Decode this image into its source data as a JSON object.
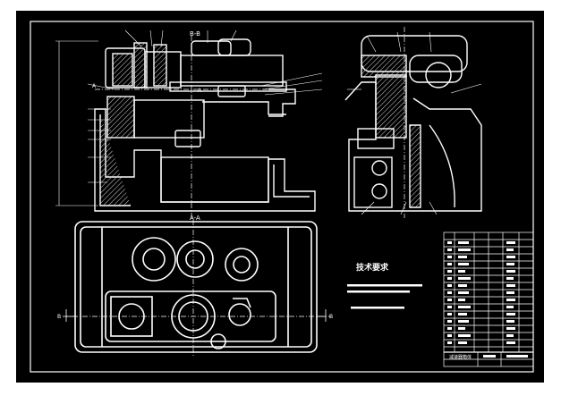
{
  "colors": {
    "paper": "#ffffff",
    "sheet": "#000000",
    "line": "#ffffff",
    "hatch": "#d8d8d8"
  },
  "views": {
    "section_bb": "B-B",
    "section_aa": "A-A",
    "marker_a": "A",
    "marker_b": "B"
  },
  "notes": {
    "title": "技术要求"
  },
  "title_block": {
    "name_field": "减速器箱体"
  }
}
